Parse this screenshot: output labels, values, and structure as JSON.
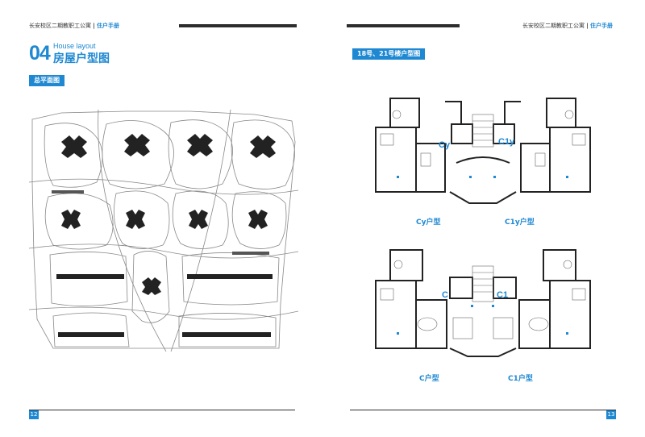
{
  "header": {
    "left_title": "长安校区二期教职工公寓",
    "left_highlight": "住户手册",
    "right_title": "长安校区二期教职工公寓",
    "right_highlight": "住户手册",
    "separator": "|"
  },
  "chapter": {
    "number": "04",
    "en": "House layout",
    "cn": "房屋户型图"
  },
  "left_page": {
    "section_tag": "总平面图",
    "page_number": "12"
  },
  "right_page": {
    "section_tag": "18号、21号楼户型图",
    "page_number": "13",
    "plans": [
      {
        "left_letter": "Cy",
        "right_letter": "C1y",
        "left_label": "Cy户型",
        "right_label": "C1y户型"
      },
      {
        "left_letter": "C",
        "right_letter": "C1",
        "left_label": "C户型",
        "right_label": "C1户型"
      }
    ]
  },
  "colors": {
    "accent": "#1e88d2",
    "dark_bar": "#2d2d2d"
  }
}
